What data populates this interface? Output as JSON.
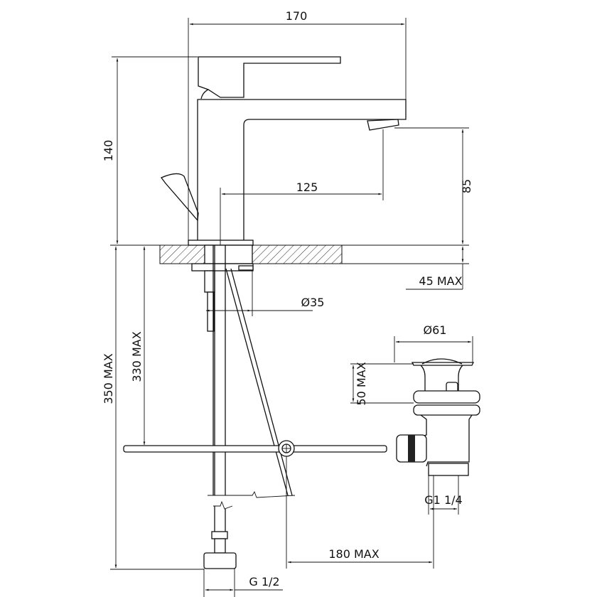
{
  "drawing": {
    "title": "Basin mixer with pop-up waste - dimensions",
    "dimensions": {
      "overall_length": "170",
      "overall_height": "140",
      "spout_reach": "125",
      "spout_height": "85",
      "deck_thickness": "45 MAX",
      "hole_diameter": "Ø35",
      "waste_diameter": "Ø61",
      "waste_height": "50 MAX",
      "waste_thread": "G1 1/4",
      "total_depth": "350 MAX",
      "rod_depth": "330 MAX",
      "waste_distance": "180 MAX",
      "supply_thread": "G 1/2"
    }
  }
}
